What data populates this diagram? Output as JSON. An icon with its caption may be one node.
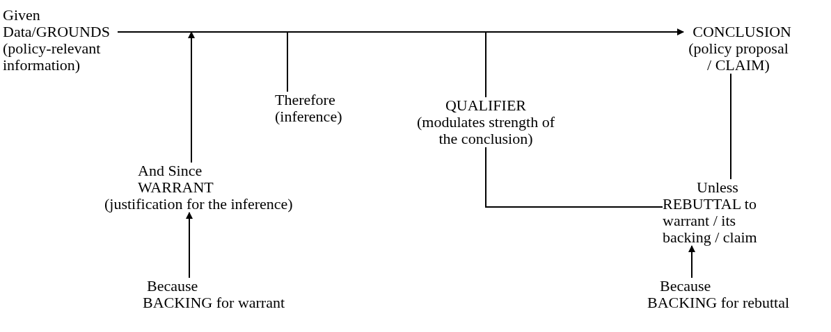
{
  "diagram": {
    "nodes": [
      {
        "text": [
          "Given",
          "Data/GROUNDS",
          "(policy-relevant information)"
        ]
      },
      {
        "text": [
          "CONCLUSION",
          "(policy proposal / CLAIM)"
        ]
      },
      {
        "text": [
          "Therefore",
          "(inference)"
        ]
      },
      {
        "text": [
          "QUALIFIER",
          "(modulates strength of the conclusion)"
        ]
      },
      {
        "text": [
          "And Since",
          "WARRANT",
          "(justification for the inference)"
        ]
      },
      {
        "text": [
          "Unless",
          "REBUTTAL to warrant / its backing / claim"
        ]
      },
      {
        "text": [
          "Because",
          "BACKING for warrant"
        ]
      },
      {
        "text": [
          "Because",
          "BACKING for rebuttal"
        ]
      }
    ],
    "edges": [
      {
        "from": 0,
        "to": 1,
        "arrow": "to"
      },
      {
        "from": 4,
        "to": null,
        "arrow": "to"
      },
      {
        "from": null,
        "to": 2,
        "arrow": "none"
      },
      {
        "from": null,
        "to": 3,
        "arrow": "none"
      },
      {
        "from": 1,
        "to": 5,
        "arrow": "none"
      },
      {
        "from": 3,
        "to": 5,
        "arrow": "none"
      },
      {
        "from": 6,
        "to": 4,
        "arrow": "to"
      },
      {
        "from": 7,
        "to": 5,
        "arrow": "to"
      }
    ]
  }
}
